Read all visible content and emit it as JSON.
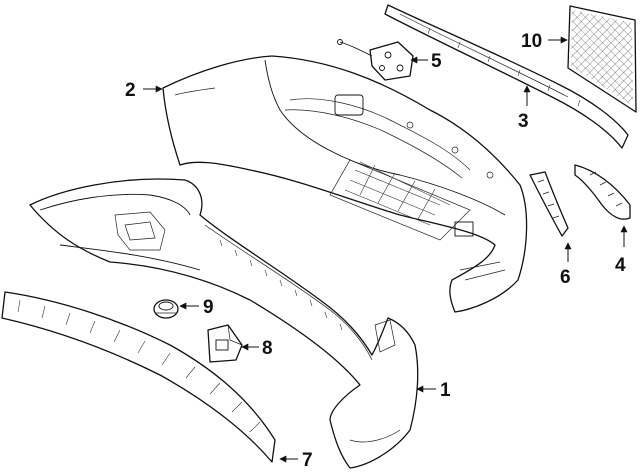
{
  "diagram": {
    "type": "exploded-parts-diagram",
    "callouts": [
      {
        "id": "1",
        "label": "1"
      },
      {
        "id": "2",
        "label": "2"
      },
      {
        "id": "3",
        "label": "3"
      },
      {
        "id": "4",
        "label": "4"
      },
      {
        "id": "5",
        "label": "5"
      },
      {
        "id": "6",
        "label": "6"
      },
      {
        "id": "7",
        "label": "7"
      },
      {
        "id": "8",
        "label": "8"
      },
      {
        "id": "9",
        "label": "9"
      },
      {
        "id": "10",
        "label": "10"
      }
    ],
    "colors": {
      "line": "#111111",
      "background": "#ffffff"
    }
  }
}
